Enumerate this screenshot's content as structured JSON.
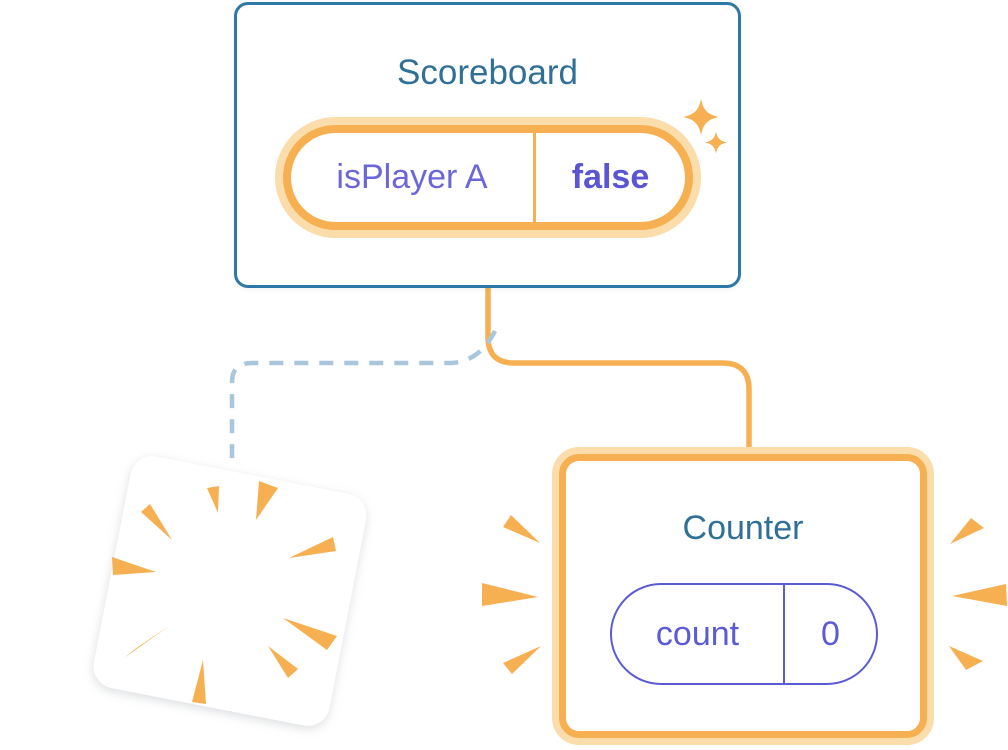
{
  "scoreboard": {
    "title": "Scoreboard",
    "state_label": "isPlayer A",
    "state_value": "false"
  },
  "counter": {
    "title": "Counter",
    "state_label": "count",
    "state_value": "0"
  },
  "icons": {
    "sparkles": "sparkle-stars",
    "poof": "poof-burst",
    "emphasis": "emphasis-shine-marks"
  },
  "theme": {
    "background": "#ffffff",
    "blue_border": "#2E78A6",
    "blue_title": "#2F7096",
    "orange": "#F6AF51",
    "orange_glow": "#FBDCAB",
    "purple": "#5B5BD6",
    "label_purple": "#6B67DB",
    "value_purple": "#5A55D2",
    "dash_blue": "#A9C6DD"
  }
}
